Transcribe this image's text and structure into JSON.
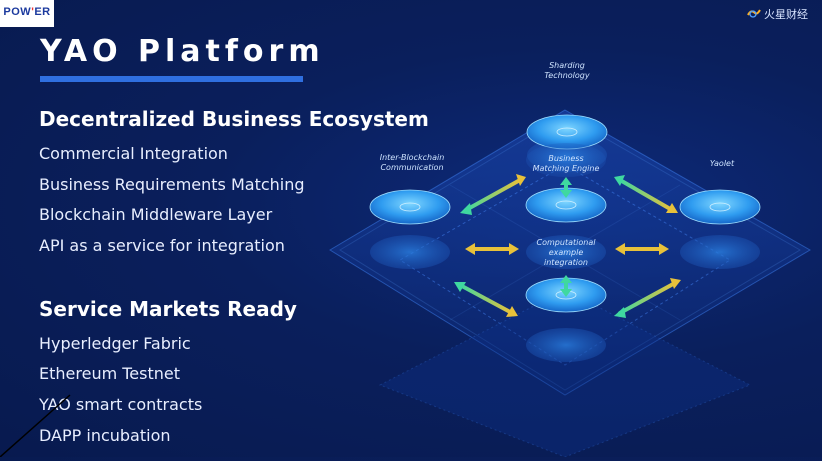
{
  "header": {
    "logo_left": {
      "text_main_1": "POW",
      "text_main_2": "'",
      "text_main_3": "ER",
      "text_sub": ""
    },
    "logo_right": {
      "icon": "fire-coin-icon",
      "text": "火星财经"
    }
  },
  "title": "YAO Platform",
  "section1": {
    "heading": "Decentralized Business Ecosystem",
    "items": [
      "Commercial Integration",
      "Business Requirements Matching",
      "Blockchain Middleware Layer",
      "API as a service for integration"
    ]
  },
  "section2": {
    "heading": "Service Markets Ready",
    "items": [
      "Hyperledger Fabric",
      "Ethereum Testnet",
      "YAO smart contracts",
      "DAPP incubation"
    ]
  },
  "diagram": {
    "labels": {
      "top": "Sharding\nTechnology",
      "left": "Inter-Blockchain\nCommunication",
      "right": "Yaolet",
      "center_top": "Business\nMatching Engine",
      "center_bottom": "Computational\nexample\nintegration"
    }
  },
  "colors": {
    "background": "#0a1f5c",
    "accent_blue": "#2f6fe0",
    "arrow_green": "#3fd8a0",
    "arrow_yellow": "#e8c13a",
    "disc": "#3aa9ff"
  }
}
